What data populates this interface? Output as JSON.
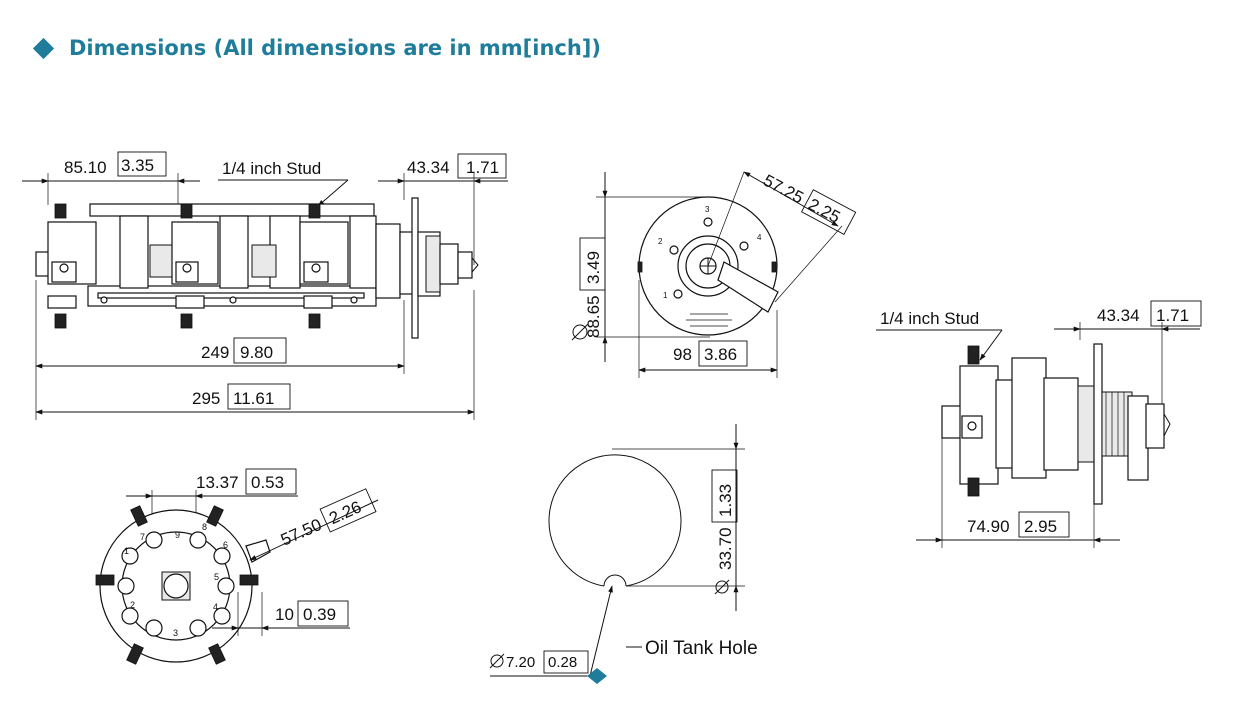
{
  "header": {
    "title": "Dimensions (All dimensions are in mm[inch])",
    "accent_color": "#1f7d9b",
    "bullet_icon": "diamond-icon"
  },
  "front_view": {
    "dim_top_left": {
      "mm": "85.10",
      "inch": "3.35"
    },
    "stud_label": "1/4 inch Stud",
    "dim_top_right": {
      "mm": "43.34",
      "inch": "1.71"
    },
    "dim_body": {
      "mm": "249",
      "inch": "9.80"
    },
    "dim_overall": {
      "mm": "295",
      "inch": "11.61"
    }
  },
  "end_view": {
    "dim_flange_dia": {
      "mm": "88.65",
      "inch": "3.49"
    },
    "dim_handle": {
      "mm": "57.25",
      "inch": "2.25"
    },
    "dim_width": {
      "mm": "98",
      "inch": "3.86"
    },
    "positions": [
      "1",
      "2",
      "3",
      "4"
    ]
  },
  "side_view": {
    "stud_label": "1/4 inch Stud",
    "dim_top": {
      "mm": "43.34",
      "inch": "1.71"
    },
    "dim_bottom": {
      "mm": "74.90",
      "inch": "2.95"
    }
  },
  "bottom_view": {
    "dim_spacing": {
      "mm": "13.37",
      "inch": "0.53"
    },
    "dim_radius": {
      "mm": "57.50",
      "inch": "2.26"
    },
    "dim_offset": {
      "mm": "10",
      "inch": "0.39"
    },
    "terminal_numbers": [
      "1",
      "2",
      "3",
      "4",
      "5",
      "6",
      "7",
      "8",
      "9"
    ]
  },
  "oil_tank_hole": {
    "dim_hole_dia": {
      "mm": "33.70",
      "inch": "1.33"
    },
    "dim_notch_dia": {
      "mm": "7.20",
      "inch": "0.28"
    },
    "label": "Oil Tank Hole"
  }
}
